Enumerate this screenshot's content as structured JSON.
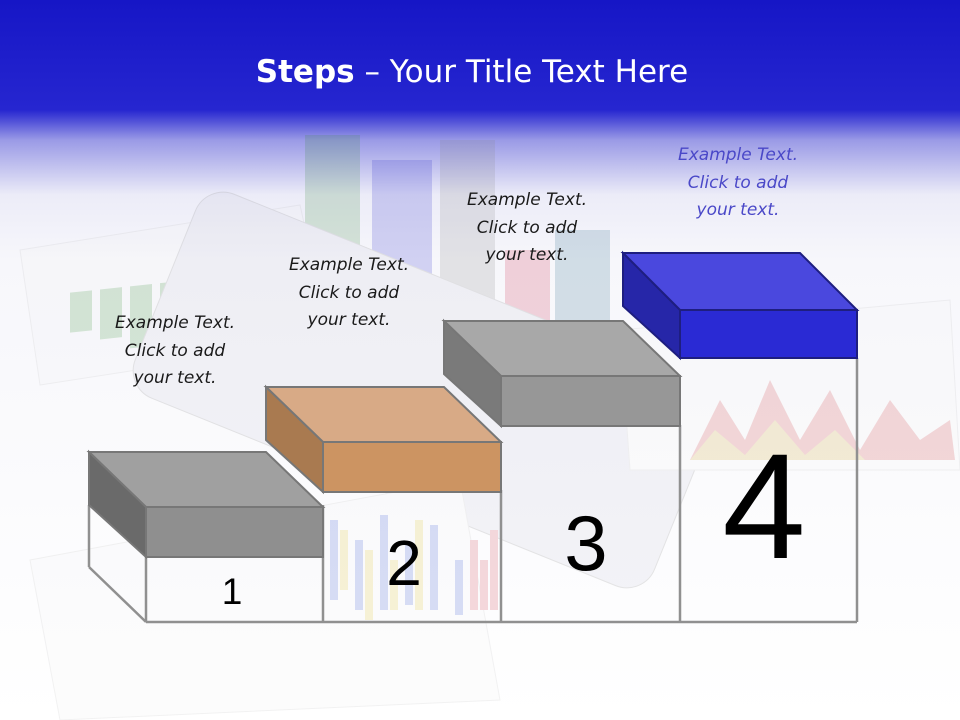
{
  "slide": {
    "title_bold": "Steps",
    "title_rest": " – Your Title Text Here",
    "colors": {
      "header": "#1a1ac8",
      "step1_box": "#8a8a8a",
      "step2_box": "#c68a5a",
      "step3_box": "#959595",
      "step4_box": "#2b2bd6",
      "accent_text": "#4a48c8"
    }
  },
  "steps": [
    {
      "number": "1",
      "text": "Example Text.\nClick  to add\nyour text."
    },
    {
      "number": "2",
      "text": "Example Text.\nClick  to add\nyour text."
    },
    {
      "number": "3",
      "text": "Example Text.\nClick  to add\nyour text."
    },
    {
      "number": "4",
      "text": "Example Text.\nClick  to add\nyour text."
    }
  ]
}
